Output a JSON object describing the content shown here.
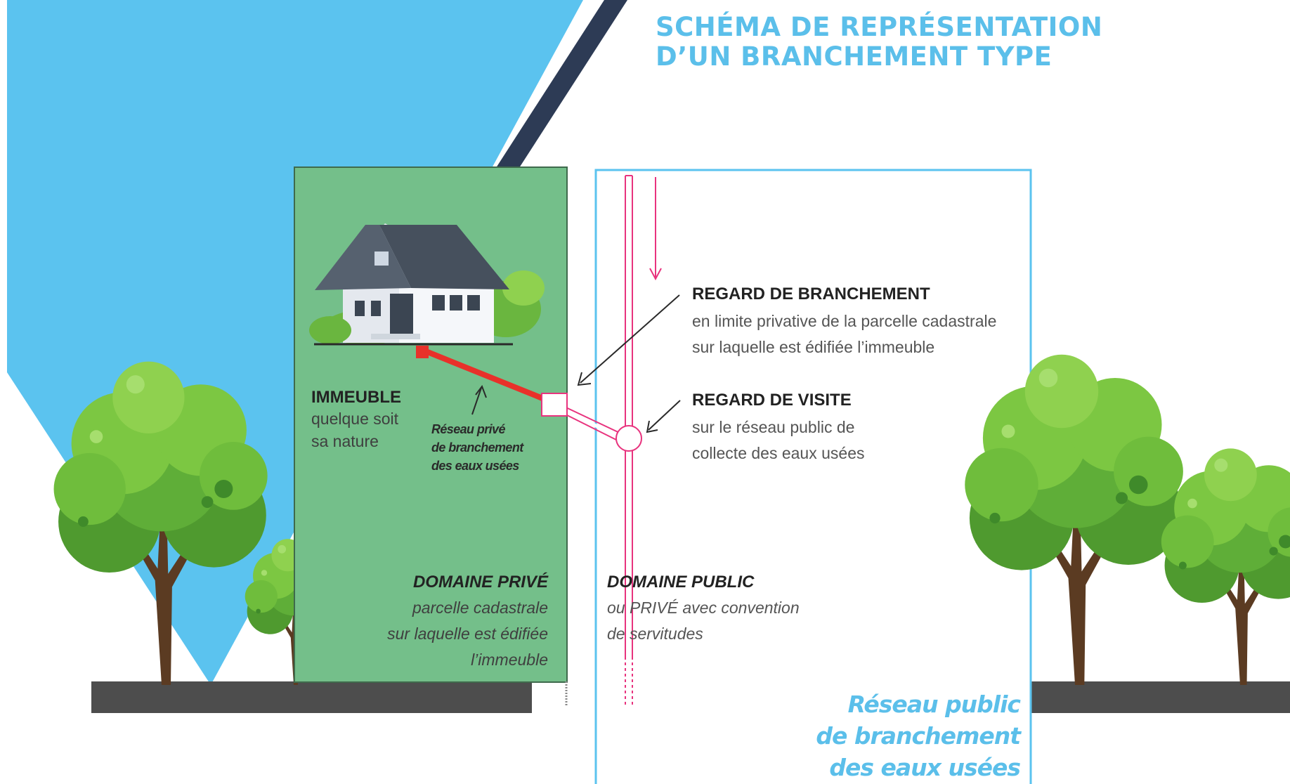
{
  "title": {
    "line1": "SCHÉMA DE REPRÉSENTATION",
    "line2": "D’UN BRANCHEMENT TYPE"
  },
  "regard_branchement": {
    "heading": "REGARD DE BRANCHEMENT",
    "line1": "en limite privative de la parcelle cadastrale",
    "line2": "sur laquelle est édifiée l’immeuble"
  },
  "regard_visite": {
    "heading": "REGARD DE VISITE",
    "line1": "sur le réseau public de",
    "line2": "collecte des eaux usées"
  },
  "immeuble": {
    "heading": "IMMEUBLE",
    "line1": "quelque soit",
    "line2": "sa nature"
  },
  "reseau_prive": {
    "line1": "Réseau privé",
    "line2": "de branchement",
    "line3": "des eaux usées"
  },
  "domaine_prive": {
    "heading": "DOMAINE PRIVÉ",
    "line1": "parcelle cadastrale",
    "line2": "sur laquelle est édifiée",
    "line3": "l’immeuble"
  },
  "domaine_public": {
    "heading": "DOMAINE PUBLIC",
    "line1": "ou PRIVÉ avec convention",
    "line2": "de servitudes"
  },
  "reseau_public": {
    "line1": "Réseau public",
    "line2": "de branchement",
    "line3": "des eaux usées"
  },
  "colors": {
    "sky_blue": "#5bc3ef",
    "navy": "#2d3b55",
    "green_zone": "#74bf8a",
    "pink_pipe": "#e8337e",
    "red_pipe": "#e8312a",
    "title_blue": "#5bbfea",
    "ground": "#4d4d4d"
  }
}
